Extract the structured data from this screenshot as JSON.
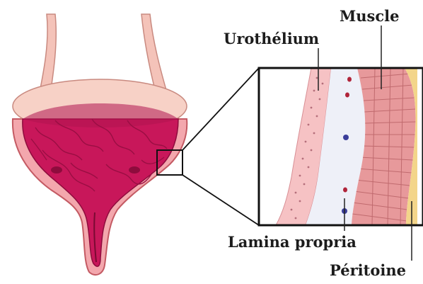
{
  "labels": {
    "muscle": "Muscle",
    "urothelium": "Urothélium",
    "lamina_propria": "Lamina propria",
    "peritoine": "Péritoine"
  },
  "colors": {
    "lumen": "#c8175a",
    "lumen_fold": "#9a0e43",
    "wall": "#f3a7ad",
    "wall_outline": "#c45a63",
    "urothelium": "#f6c2c4",
    "lamina_propria": "#eef0f8",
    "muscle": "#e7999b",
    "muscle_lines": "#c06a6e",
    "peritoine": "#f3d58a",
    "ureter": "#f4c3b9",
    "dome": "#f7d1c6",
    "frame": "#111111",
    "leader": "#222222",
    "nucleus_red": "#b0243a",
    "nucleus_blue": "#3b3e9a"
  },
  "icons": {
    "zoom_box": "magnify-box",
    "inset_frame": "histology-inset"
  }
}
